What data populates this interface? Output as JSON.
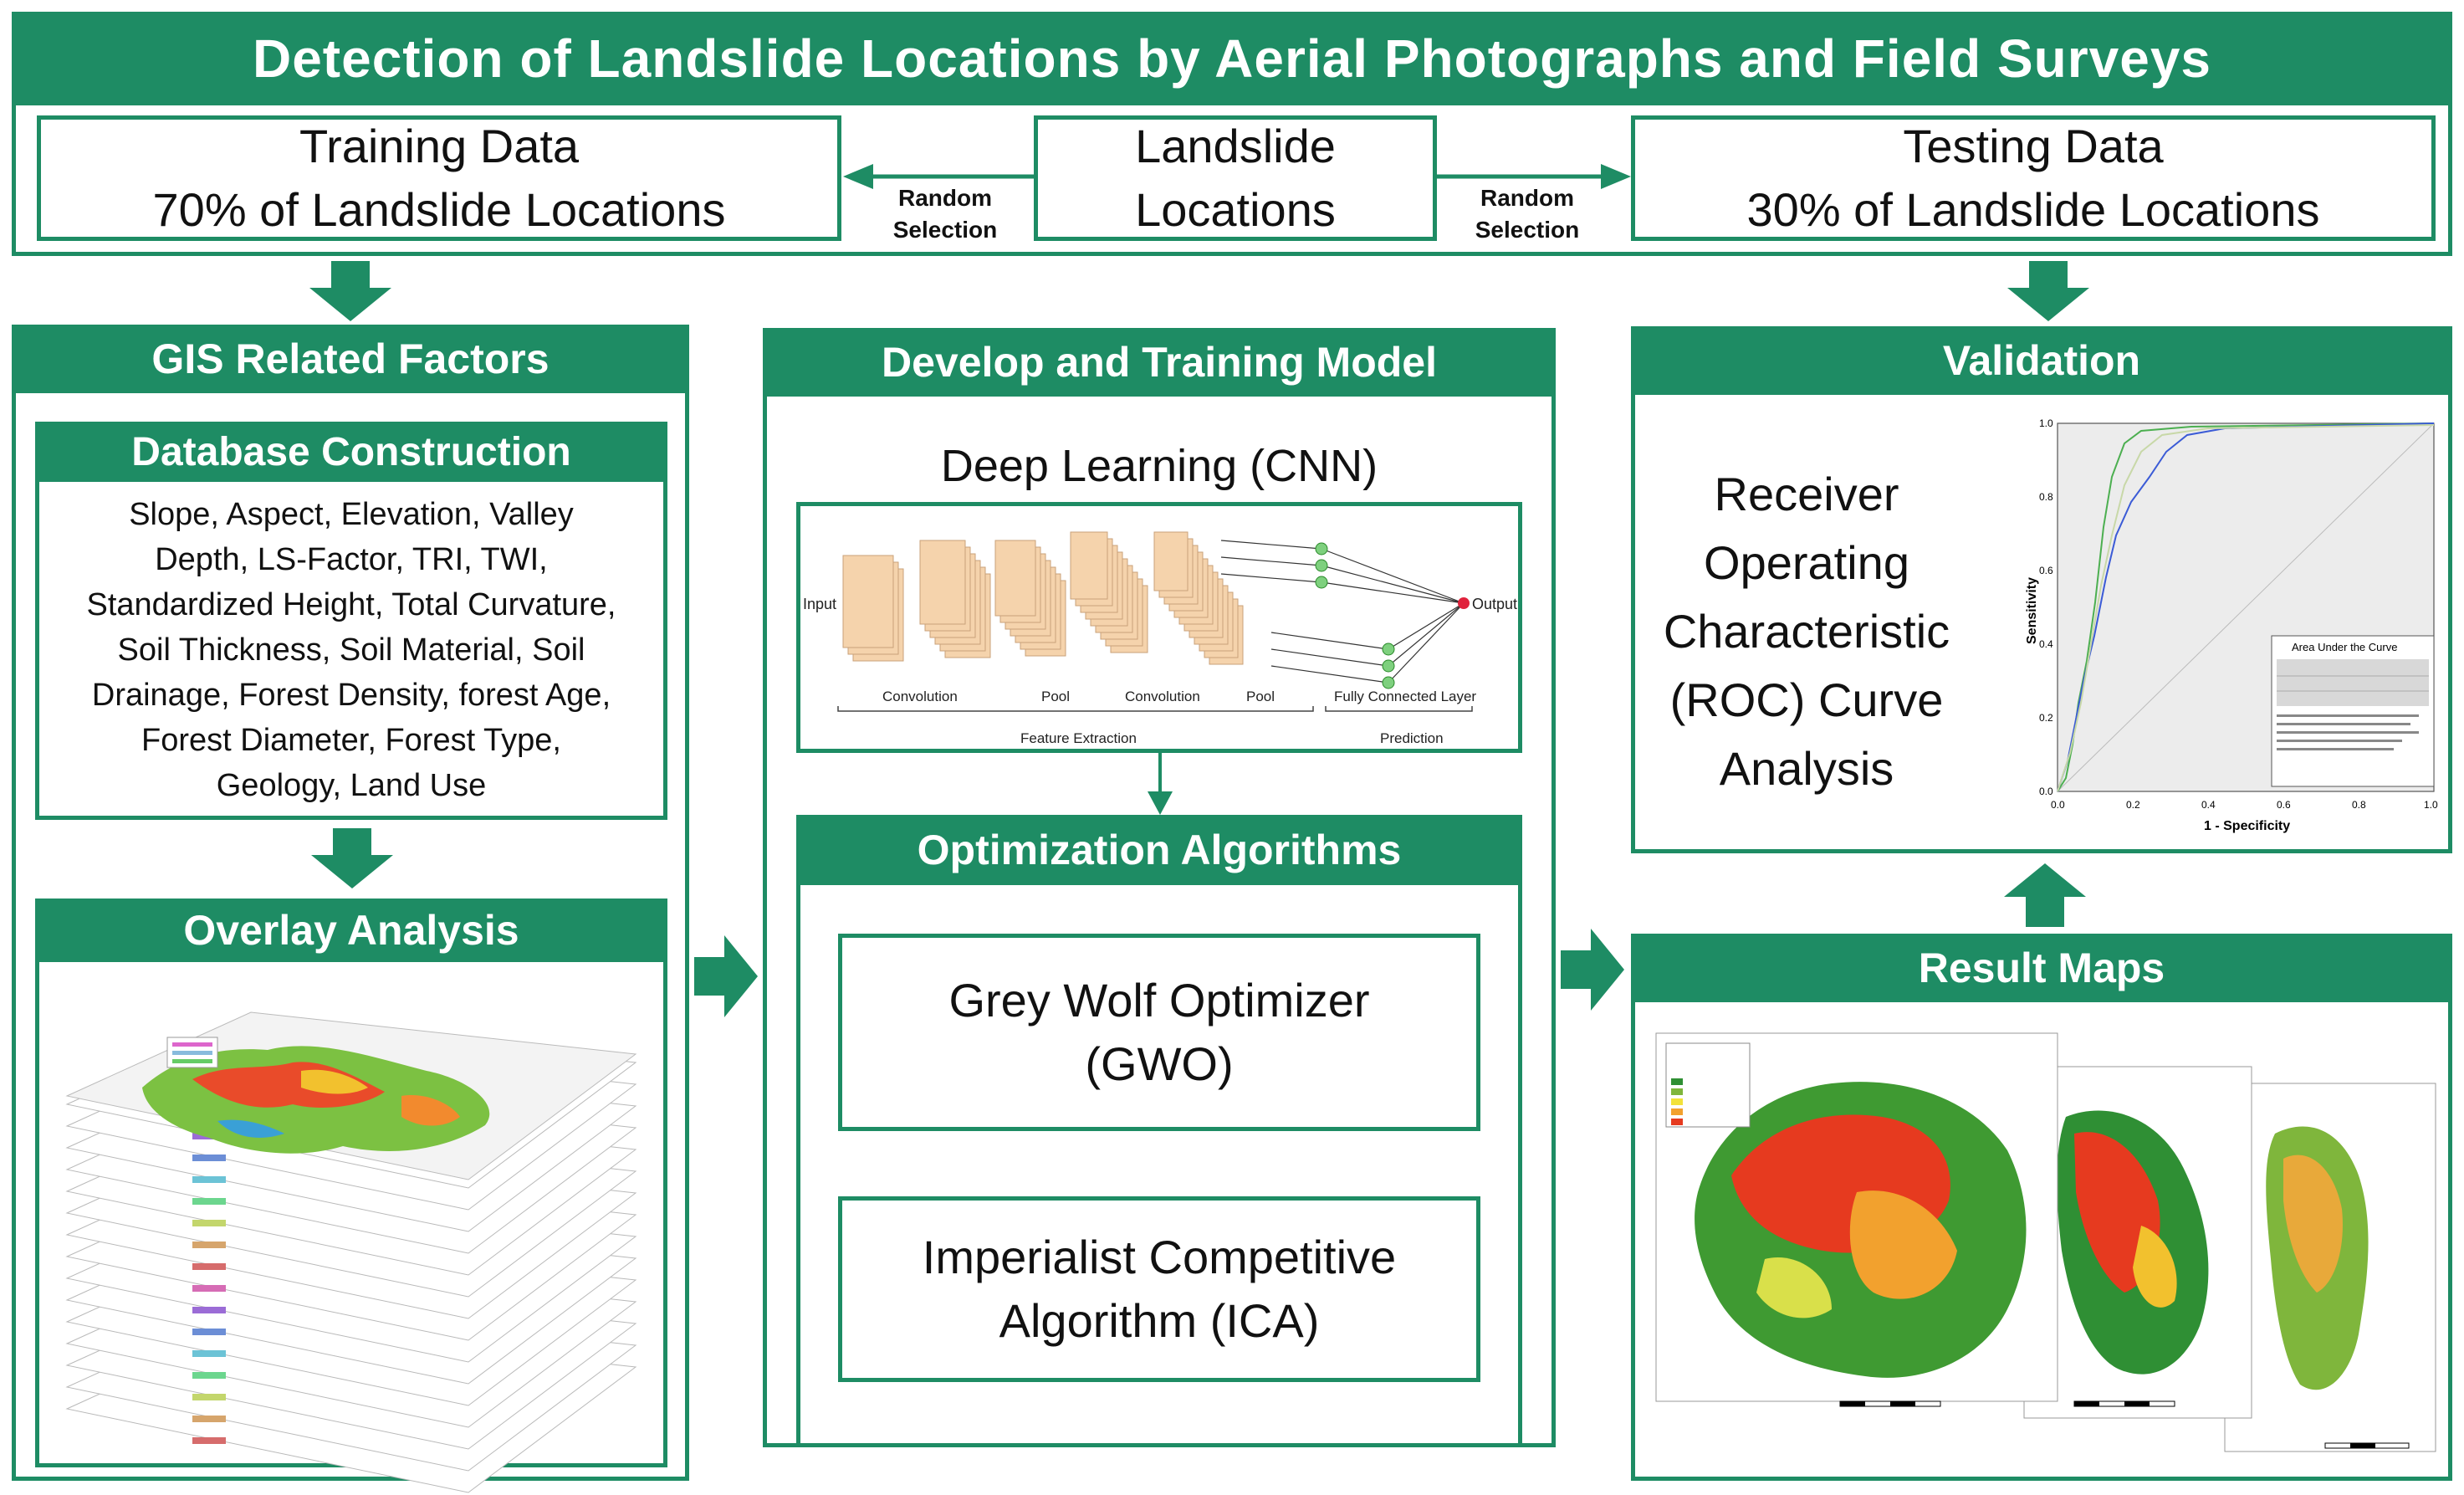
{
  "title": "Detection of Landslide Locations by Aerial Photographs and Field Surveys",
  "top_row": {
    "training": {
      "line1": "Training Data",
      "line2": "70% of Landslide Locations"
    },
    "landslide": {
      "line1": "Landslide",
      "line2": "Locations"
    },
    "testing": {
      "line1": "Testing Data",
      "line2": "30% of Landslide Locations"
    },
    "random_left": {
      "line1": "Random",
      "line2": "Selection"
    },
    "random_right": {
      "line1": "Random",
      "line2": "Selection"
    }
  },
  "gis": {
    "header": "GIS Related Factors",
    "db_header": "Database Construction",
    "factors": [
      "Slope, Aspect, Elevation, Valley",
      "Depth, LS-Factor, TRI, TWI,",
      "Standardized Height, Total Curvature,",
      "Soil Thickness, Soil Material, Soil",
      "Drainage, Forest Density, forest Age,",
      "Forest Diameter, Forest Type,",
      "Geology, Land Use"
    ],
    "overlay_header": "Overlay Analysis"
  },
  "model": {
    "header": "Develop and Training Model",
    "cnn_title": "Deep Learning (CNN)",
    "cnn_labels": {
      "input": "Input",
      "output": "Output",
      "conv1": "Convolution",
      "pool1": "Pool",
      "conv2": "Convolution",
      "pool2": "Pool",
      "fc": "Fully Connected Layer",
      "feature": "Feature Extraction",
      "prediction": "Prediction"
    },
    "opt_header": "Optimization Algorithms",
    "gwo": {
      "line1": "Grey Wolf Optimizer",
      "line2": "(GWO)"
    },
    "ica": {
      "line1": "Imperialist Competitive",
      "line2": "Algorithm (ICA)"
    }
  },
  "validation": {
    "header": "Validation",
    "roc_lines": [
      "Receiver",
      "Operating",
      "Characteristic",
      "(ROC) Curve",
      "Analysis"
    ],
    "roc_chart": {
      "ylabel": "Sensitivity",
      "xlabel": "1 - Specificity",
      "ticks": [
        "0.0",
        "0.2",
        "0.4",
        "0.6",
        "0.8",
        "1.0"
      ],
      "legend_title": "Area Under the Curve"
    }
  },
  "results": {
    "header": "Result Maps"
  },
  "colors": {
    "green": "#1e8c64",
    "white": "#ffffff"
  }
}
